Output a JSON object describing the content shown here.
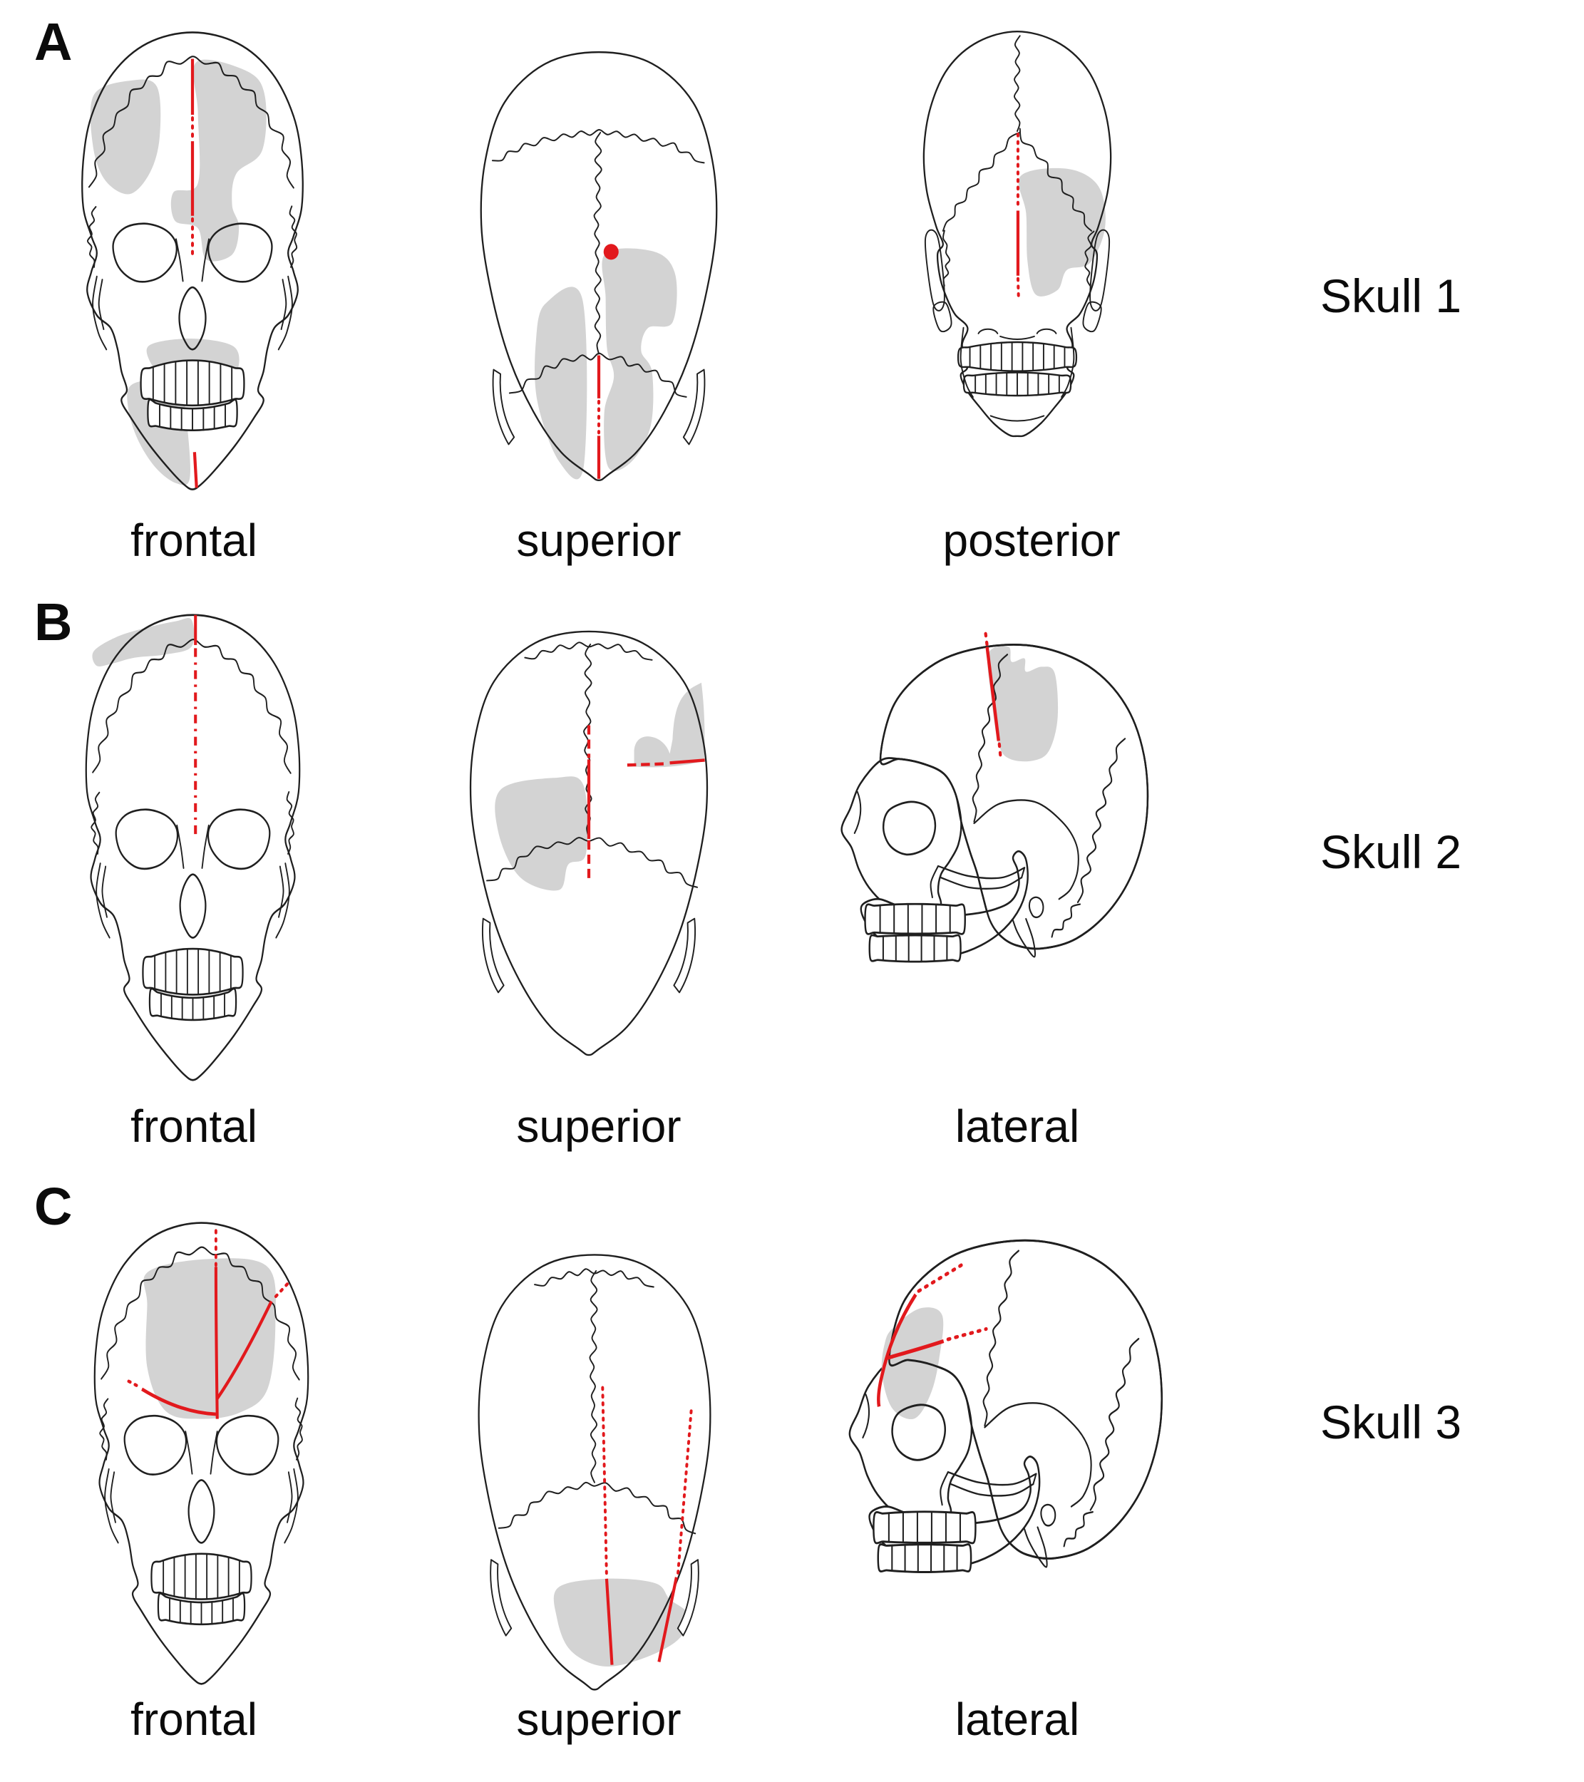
{
  "colors": {
    "background": "#ffffff",
    "trauma_gray": "#d3d3d3",
    "fracture_red": "#e2191d",
    "outline_black": "#1f1f1f"
  },
  "panels": {
    "a": {
      "letter": "A",
      "skull_label": "Skull 1",
      "views": [
        {
          "label": "frontal"
        },
        {
          "label": "superior"
        },
        {
          "label": "posterior"
        }
      ]
    },
    "b": {
      "letter": "B",
      "skull_label": "Skull 2",
      "views": [
        {
          "label": "frontal"
        },
        {
          "label": "superior"
        },
        {
          "label": "lateral"
        }
      ]
    },
    "c": {
      "letter": "C",
      "skull_label": "Skull 3",
      "views": [
        {
          "label": "frontal"
        },
        {
          "label": "superior"
        },
        {
          "label": "lateral"
        }
      ]
    }
  }
}
